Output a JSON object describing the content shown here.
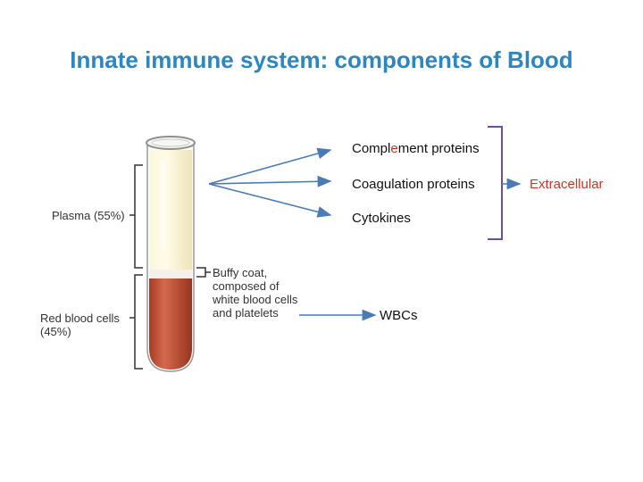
{
  "title": "Innate immune system: components of Blood",
  "figure": {
    "plasma_label": "Plasma (55%)",
    "rbc_label_line1": "Red blood cells",
    "rbc_label_line2": "(45%)",
    "buffy_lines": [
      "Buffy coat,",
      "composed of",
      "white blood cells",
      "and platelets"
    ]
  },
  "components": {
    "complement": {
      "pre": "Compl",
      "highlight": "e",
      "post": "ment proteins"
    },
    "coagulation": "Coagulation proteins",
    "cytokines": "Cytokines",
    "wbcs": "WBCs",
    "group_label": "Extracellular"
  },
  "colors": {
    "title": "#2e86c1",
    "arrow": "#4a7bb7",
    "bracket": "#6a4fa3",
    "extracellular": "#c0392b",
    "plasma": "#f6efc8",
    "rbc": "#b8422b"
  }
}
